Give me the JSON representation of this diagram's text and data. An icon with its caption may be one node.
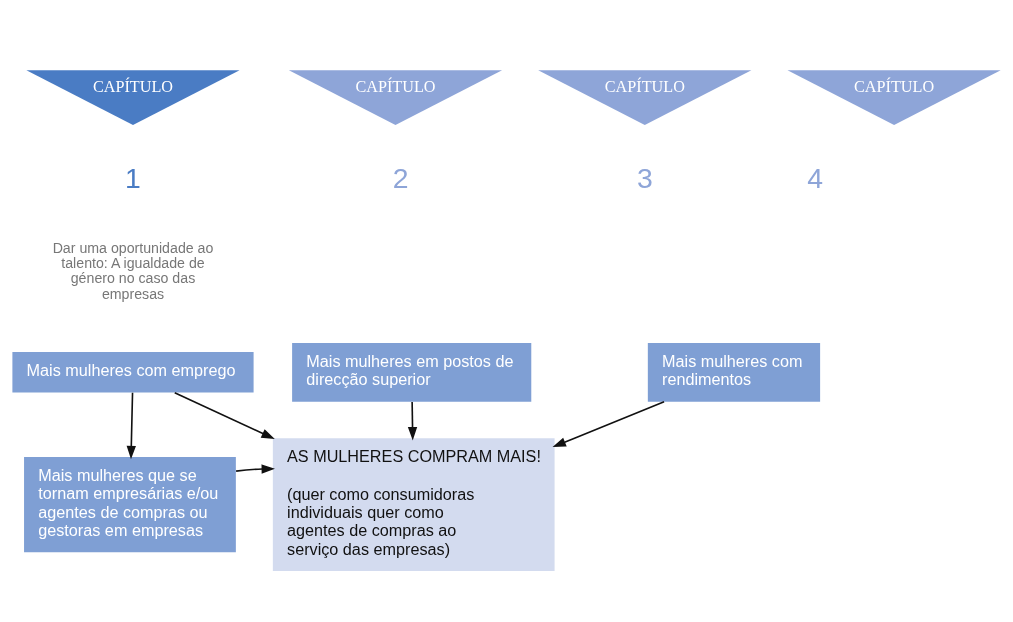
{
  "diagram": {
    "nodes": [
      {
        "text": [
          "CAPÍTULO"
        ],
        "beside": [
          "1",
          "Dar uma oportunidade ao talento: A igualdade de género no caso das empresas"
        ]
      },
      {
        "text": [
          "CAPÍTULO"
        ],
        "beside": [
          "2"
        ]
      },
      {
        "text": [
          "CAPÍTULO"
        ],
        "beside": [
          "3"
        ]
      },
      {
        "text": [
          "CAPÍTULO"
        ],
        "beside": [
          "4"
        ]
      },
      {
        "text": [
          "Mais mulheres com emprego"
        ]
      },
      {
        "text": [
          "Mais mulheres em postos de direcção superior"
        ]
      },
      {
        "text": [
          "Mais mulheres com rendimentos"
        ]
      },
      {
        "text": [
          "Mais mulheres que se tornam empresárias e/ou agentes de compras ou gestoras em empresas"
        ]
      },
      {
        "text": [
          "AS MULHERES COMPRAM MAIS!",
          "(quer como consumidoras individuais quer como agentes de compras ao serviço das empresas)"
        ]
      }
    ],
    "edges": [
      {
        "from": 4,
        "to": 7,
        "arrow": "to"
      },
      {
        "from": 4,
        "to": 8,
        "arrow": "to"
      },
      {
        "from": 5,
        "to": 8,
        "arrow": "to"
      },
      {
        "from": 6,
        "to": 8,
        "arrow": "to"
      },
      {
        "from": 7,
        "to": 8,
        "arrow": "to"
      }
    ]
  }
}
